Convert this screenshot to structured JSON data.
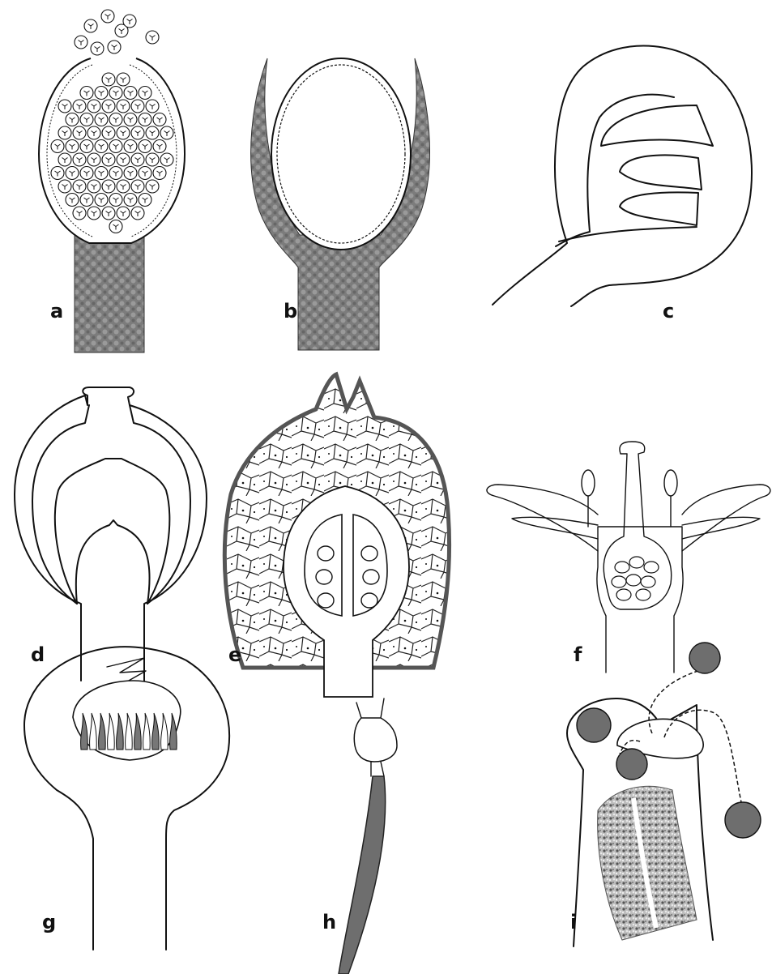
{
  "panels": [
    {
      "id": "a",
      "label": "a"
    },
    {
      "id": "b",
      "label": "b"
    },
    {
      "id": "c",
      "label": "c"
    },
    {
      "id": "d",
      "label": "d"
    },
    {
      "id": "e",
      "label": "e"
    },
    {
      "id": "f",
      "label": "f"
    },
    {
      "id": "g",
      "label": "g"
    },
    {
      "id": "h",
      "label": "h"
    },
    {
      "id": "i",
      "label": "i"
    }
  ],
  "colors": {
    "background": "#ffffff",
    "outline": "#111111",
    "tissue_gray": "#6e6e6e",
    "speckle_gray": "#8a8a8a"
  }
}
